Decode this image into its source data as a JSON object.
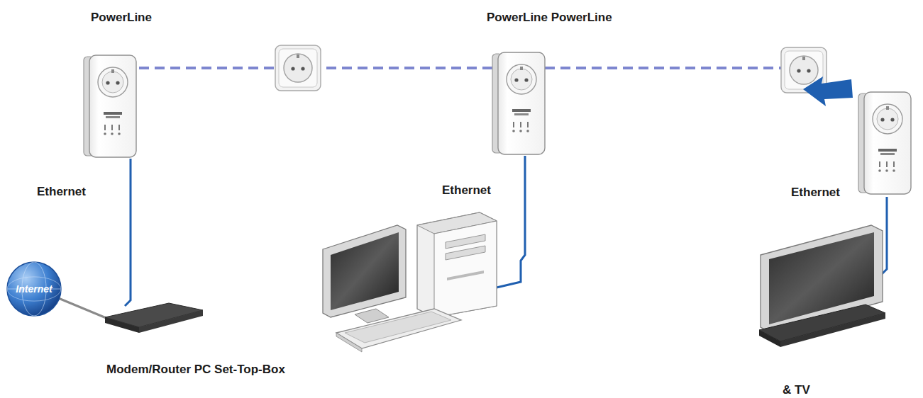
{
  "diagram": {
    "nodes": [
      {
        "text": [
          "Internet"
        ]
      }
    ],
    "labels": [
      "PowerLine",
      "PowerLine PowerLine",
      "Ethernet",
      "Ethernet",
      "Ethernet",
      "Modem/Router PC Set-Top-Box",
      "& TV"
    ]
  }
}
